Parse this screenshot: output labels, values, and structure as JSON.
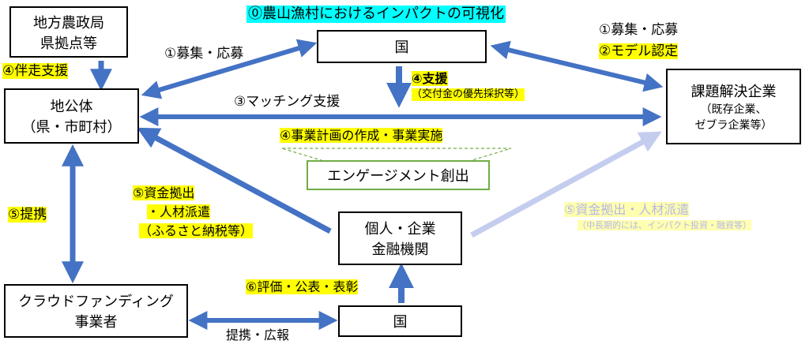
{
  "title": "⓪農山漁村におけるインパクトの可視化",
  "nodes": {
    "regional_office": {
      "line1": "地方農政局",
      "line2": "県拠点等"
    },
    "local_gov": {
      "line1": "地公体",
      "line2": "（県・市町村）"
    },
    "country_top": {
      "label": "国"
    },
    "companies": {
      "line1": "課題解決企業",
      "line2": "（既存企業、",
      "line3": "ゼブラ企業等）"
    },
    "engagement": {
      "label": "エンゲージメント創出"
    },
    "individuals": {
      "line1": "個人・企業",
      "line2": "金融機関"
    },
    "crowdfunding": {
      "line1": "クラウドファンディング",
      "line2": "事業者"
    },
    "country_bottom": {
      "label": "国"
    }
  },
  "labels": {
    "support_4": "④伴走支援",
    "recruit_left": "①募集・応募",
    "recruit_right": "①募集・応募",
    "model_cert": "②モデル認定",
    "support_4b": "④支援",
    "support_4b_sub": "（交付金の優先採択等）",
    "matching": "③マッチング支援",
    "plan_exec": "④事業計画の作成・事業実施",
    "funds_left_1": "⑤資金拠出",
    "funds_left_2": "・人材派遣",
    "funds_left_3": "（ふるさと納税等）",
    "funds_right": "⑤資金拠出・人材派遣",
    "funds_right_sub": "（中長期的には、インパクト投資・融資等）",
    "partnership": "⑤提携",
    "evaluation": "⑥評価・公表・表彰",
    "pr": "提携・広報"
  },
  "colors": {
    "arrow": "#4472c4",
    "arrow_faded": "#c5cdef",
    "highlight": "#ffff00",
    "title_bg": "#00ffff",
    "engagement_border": "#70ad47"
  }
}
